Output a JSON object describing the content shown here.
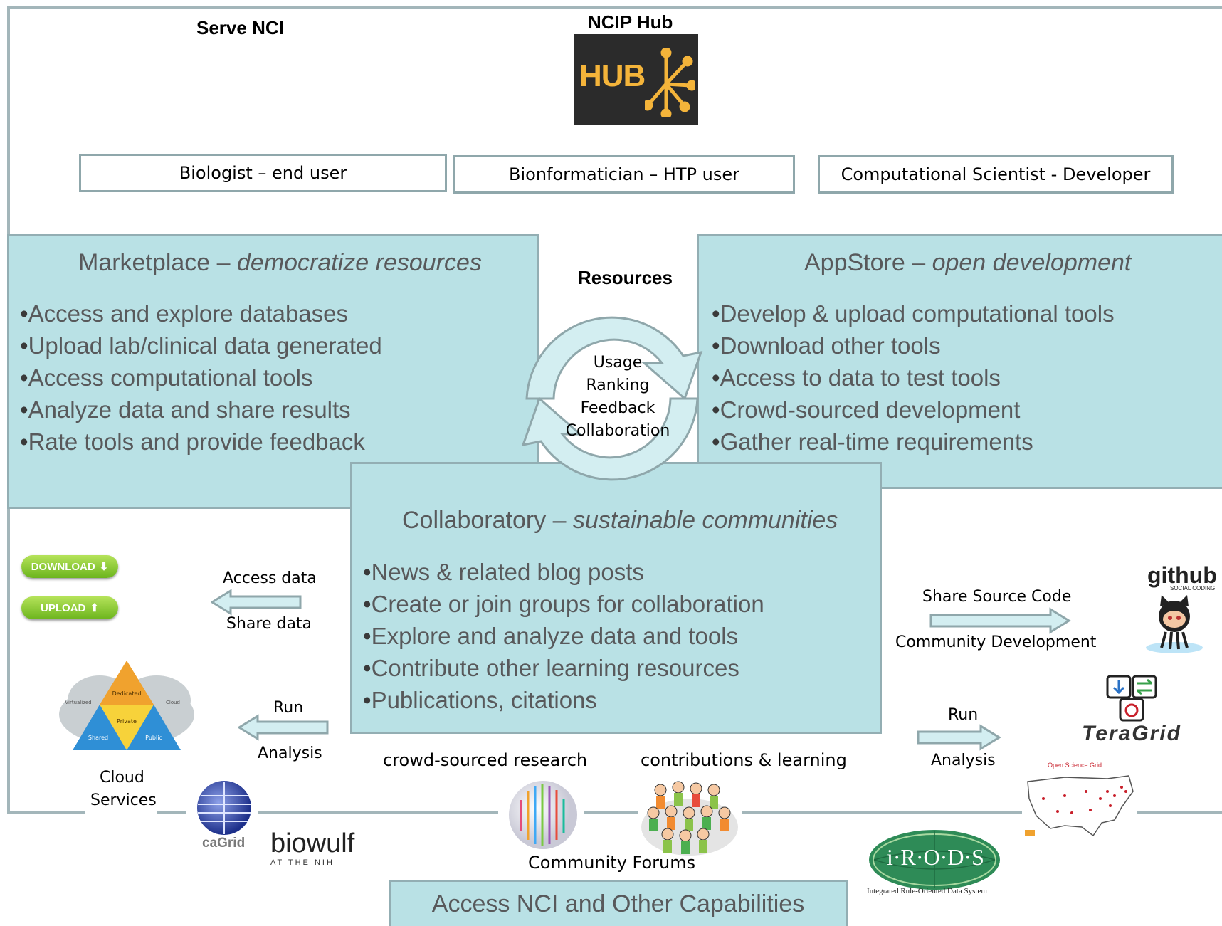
{
  "header": {
    "serve_nci": "Serve NCI",
    "ncip_hub": "NCIP Hub",
    "hub_logo_text": "HUB"
  },
  "roles": [
    {
      "label": "Biologist – end user"
    },
    {
      "label": "Bionformatician – HTP user"
    },
    {
      "label": "Computational Scientist - Developer"
    }
  ],
  "marketplace": {
    "title": "Marketplace –",
    "subtitle": "democratize resources",
    "bullets": [
      "Access and explore databases",
      "Upload lab/clinical data generated",
      "Access computational tools",
      "Analyze data and share results",
      "Rate tools and provide feedback"
    ]
  },
  "appstore": {
    "title": "AppStore –",
    "subtitle": "open development",
    "bullets": [
      "Develop  & upload computational tools",
      "Download other tools",
      "Access to data to test tools",
      "Crowd-sourced development",
      "Gather real-time requirements"
    ]
  },
  "cycle": {
    "heading": "Resources",
    "items": [
      "Usage",
      "Ranking",
      "Feedback",
      "Collaboration"
    ]
  },
  "collaboratory": {
    "title": "Collaboratory –",
    "subtitle": "sustainable communities",
    "bullets": [
      "News &  related blog posts",
      "Create or join groups for collaboration",
      "Explore and analyze data and tools",
      "Contribute other learning resources",
      "Publications, citations"
    ]
  },
  "left_flows": {
    "access_data": "Access data",
    "share_data": "Share data",
    "run": "Run",
    "analysis": "Analysis",
    "download_btn": "DOWNLOAD",
    "upload_btn": "UPLOAD",
    "cloud_label_1": "Cloud",
    "cloud_label_2": "Services",
    "pyramid": {
      "dedicated": "Dedicated",
      "private": "Private",
      "shared": "Shared",
      "public": "Public",
      "virtualized": "Virtualized",
      "cloud": "Cloud"
    }
  },
  "right_flows": {
    "share_source": "Share Source Code",
    "community_dev": "Community Development",
    "run": "Run",
    "analysis": "Analysis",
    "github": "github",
    "github_sub": "SOCIAL CODING",
    "teragrid": "TeraGrid",
    "osg": "Open Science Grid"
  },
  "bottom": {
    "crowd": "crowd-sourced research",
    "contributions": "contributions & learning",
    "forums": "Community Forums",
    "access_nci": "Access NCI and Other Capabilities",
    "cagrid": "caGrid",
    "biowulf": "biowulf",
    "biowulf_sub": "AT THE NIH",
    "irods": "i·R·O·D·S",
    "irods_sub": "Integrated Rule-Oriented Data System"
  },
  "colors": {
    "panel_fill": "#b9e1e5",
    "panel_border": "#93aeb3",
    "text_gray": "#58595b",
    "frame": "#a3b6ba",
    "arrow_fill": "#d3eef1"
  }
}
